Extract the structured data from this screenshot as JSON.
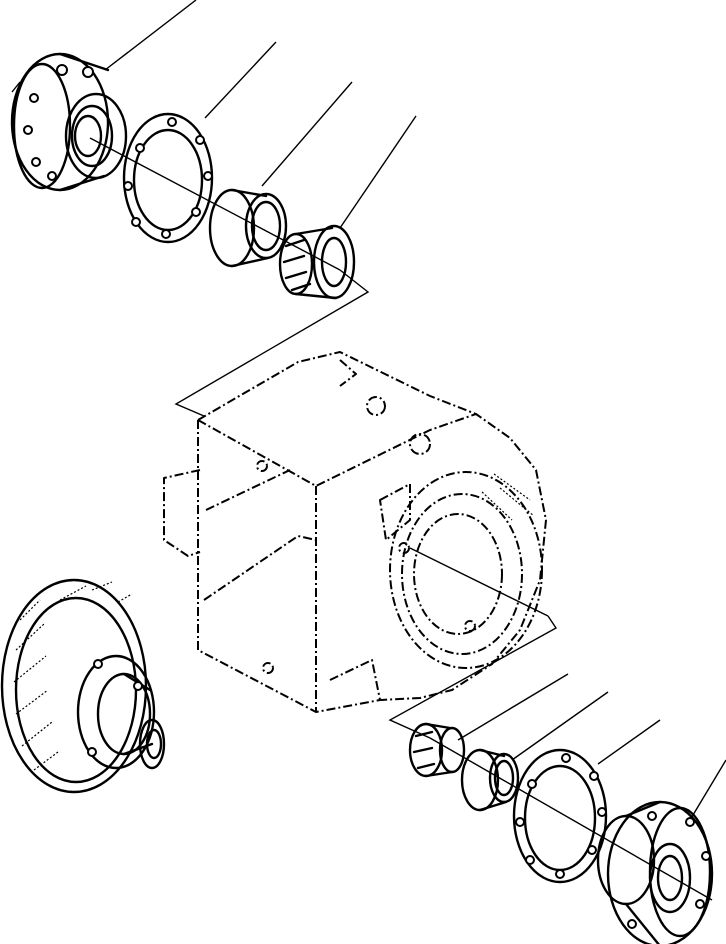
{
  "diagram": {
    "labels": [],
    "parts": [
      {
        "id": "upper-bearing-cage"
      },
      {
        "id": "upper-shim"
      },
      {
        "id": "upper-bearing-cup"
      },
      {
        "id": "upper-bearing-cone"
      },
      {
        "id": "differential-housing"
      },
      {
        "id": "differential-ring-gear-assembly"
      },
      {
        "id": "lower-bearing-cone"
      },
      {
        "id": "lower-bearing-cup"
      },
      {
        "id": "lower-shim"
      },
      {
        "id": "lower-bearing-cage"
      }
    ],
    "leader_count": 10
  }
}
